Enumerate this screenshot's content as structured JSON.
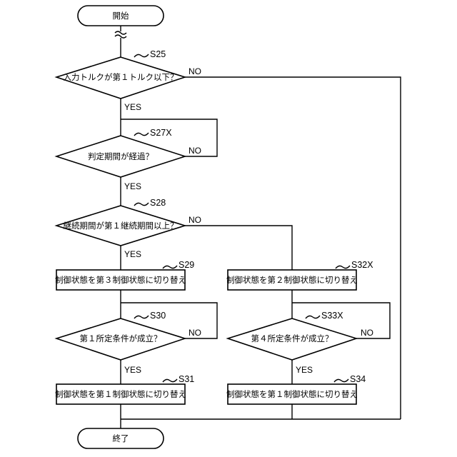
{
  "flowchart": {
    "start": "開始",
    "end": "終了",
    "yes": "YES",
    "no": "NO",
    "steps": {
      "s25": {
        "id": "S25",
        "text": "入力トルクが第１トルク以下？"
      },
      "s27x": {
        "id": "S27X",
        "text": "判定期間が経過？"
      },
      "s28": {
        "id": "S28",
        "text": "継続期間が第１継続期間以上？"
      },
      "s29": {
        "id": "S29",
        "text": "制御状態を第３制御状態に切り替え"
      },
      "s30": {
        "id": "S30",
        "text": "第１所定条件が成立？"
      },
      "s31": {
        "id": "S31",
        "text": "制御状態を第１制御状態に切り替え"
      },
      "s32x": {
        "id": "S32X",
        "text": "制御状態を第２制御状態に切り替え"
      },
      "s33x": {
        "id": "S33X",
        "text": "第４所定条件が成立？"
      },
      "s34": {
        "id": "S34",
        "text": "制御状態を第１制御状態に切り替え"
      }
    }
  }
}
